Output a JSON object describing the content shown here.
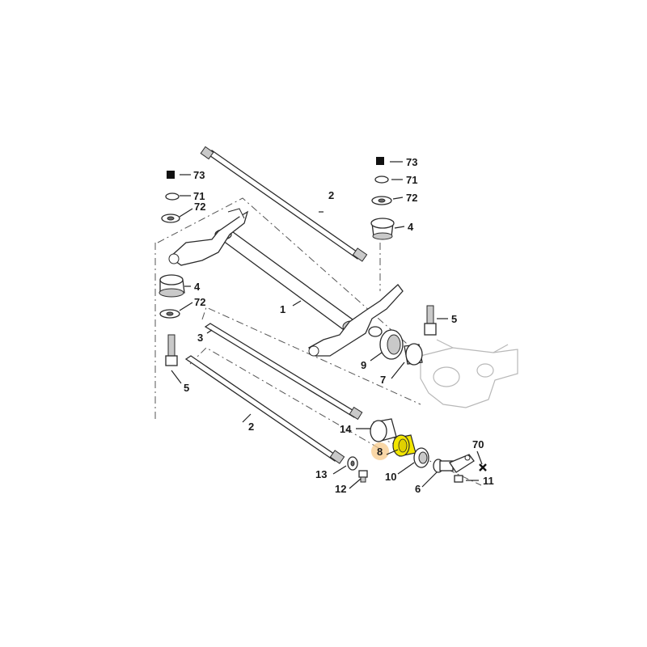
{
  "colors": {
    "line": "#2a2a2a",
    "highlight_fill": "#f2e600",
    "highlight_marker": "#f7c98a",
    "ghost": "#b8b8b8"
  },
  "callouts": {
    "c73_left": "73",
    "c71_left": "71",
    "c72_left_top": "72",
    "c4_left": "4",
    "c72_left_bottom": "72",
    "c3": "3",
    "c5_left": "5",
    "c2_top": "2",
    "c1": "1",
    "c73_right": "73",
    "c71_right": "71",
    "c72_right": "72",
    "c4_right": "4",
    "c5_right": "5",
    "c9": "9",
    "c7": "7",
    "c2_bottom": "2",
    "c14": "14",
    "c8": "8",
    "c10": "10",
    "c6": "6",
    "c70": "70",
    "c11": "11",
    "c13": "13",
    "c12": "12"
  },
  "markers": {
    "square_left": "square-marker",
    "square_right": "square-marker",
    "cross": "cross-marker"
  },
  "highlighted_part": "8"
}
